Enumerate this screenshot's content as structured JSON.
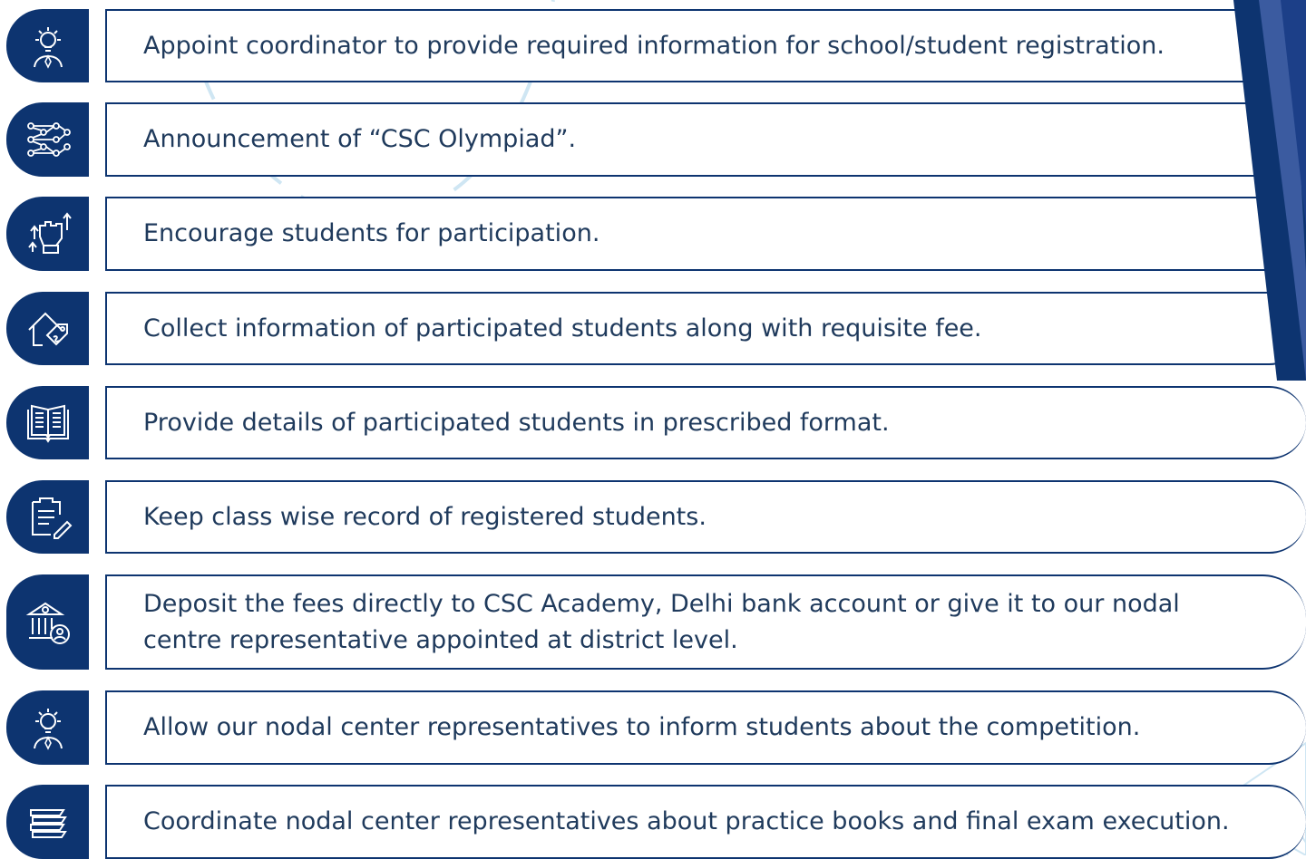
{
  "steps": [
    {
      "icon": "bulb-person-icon",
      "text": "Appoint coordinator to provide required information for school/student registration."
    },
    {
      "icon": "network-nodes-icon",
      "text": "Announcement of “CSC Olympiad”."
    },
    {
      "icon": "raised-fist-arrows-icon",
      "text": "Encourage students for participation."
    },
    {
      "icon": "house-price-tag-icon",
      "text": "Collect information of participated students along with requisite fee."
    },
    {
      "icon": "open-book-icon",
      "text": "Provide details of participated students in prescribed format."
    },
    {
      "icon": "clipboard-pencil-icon",
      "text": "Keep class wise record of registered students."
    },
    {
      "icon": "bank-person-icon",
      "text": "Deposit the fees directly to CSC Academy, Delhi bank account or give it to our nodal centre representative appointed at district level."
    },
    {
      "icon": "bulb-person-icon",
      "text": "Allow our nodal center representatives to inform students about the competition."
    },
    {
      "icon": "stacked-books-icon",
      "text": "Coordinate nodal center representatives about practice books and final exam execution."
    }
  ],
  "colors": {
    "accent": "#0d3470",
    "text": "#1f3a5c",
    "decor": "#cfe6f3"
  }
}
